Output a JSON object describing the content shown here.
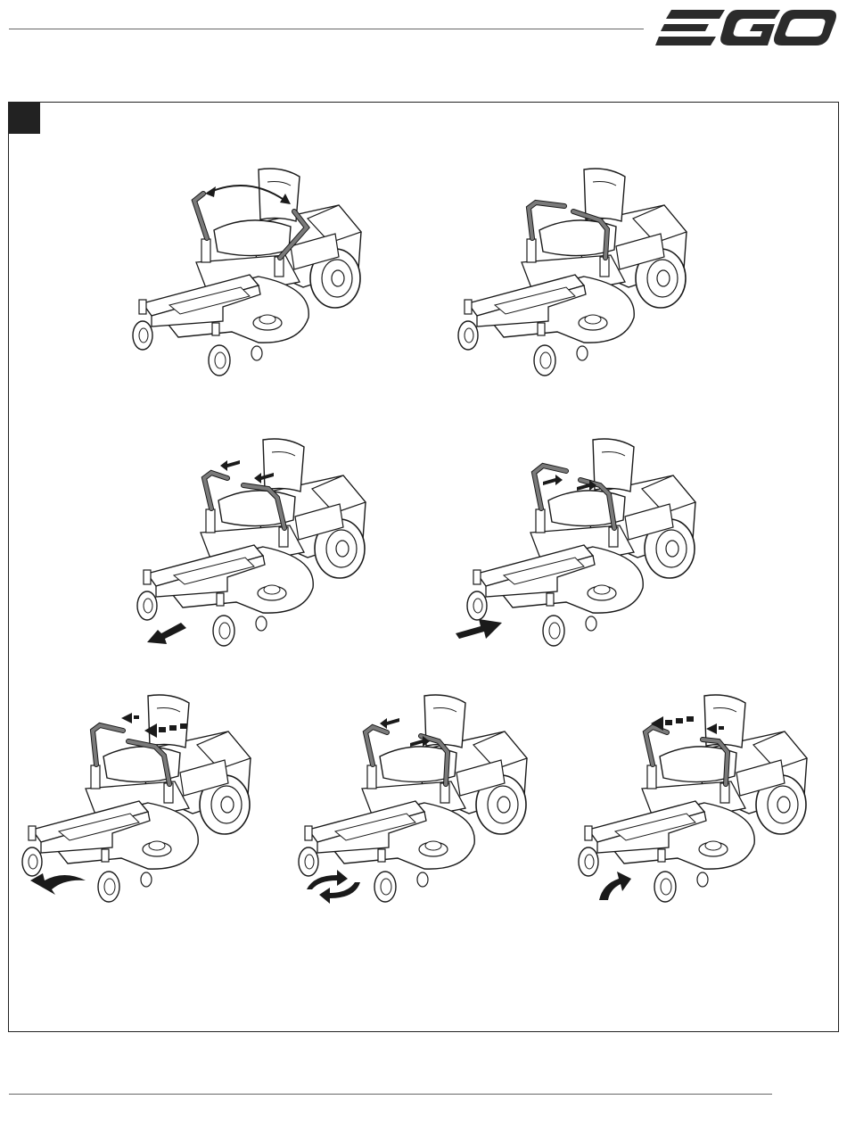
{
  "brand": {
    "logo_text": "EGO",
    "logo_color": "#2b2b2b"
  },
  "figure": {
    "label": "",
    "box_color": "#222222"
  },
  "colors": {
    "line": "#1a1a1a",
    "handle_fill": "#7a7a7a",
    "arrow": "#1a1a1a"
  },
  "panels": [
    {
      "id": "p1",
      "steps": "handles-swing-outward",
      "arrow": "double-curved-arrow-icon",
      "motion": "none"
    },
    {
      "id": "p2",
      "steps": "handles-in-position",
      "arrow": "none",
      "motion": "none"
    },
    {
      "id": "p3",
      "steps": "handles-pulled-back",
      "arrow": "small-arrows-back-icon",
      "motion": "reverse-arrow-icon"
    },
    {
      "id": "p4",
      "steps": "handles-pushed-forward",
      "arrow": "small-arrows-forward-icon",
      "motion": "forward-arrow-icon"
    },
    {
      "id": "p5",
      "steps": "right-handle-back",
      "arrow": "dashed-arrow-icon",
      "motion": "turn-left-arrow-icon"
    },
    {
      "id": "p6",
      "steps": "opposite-handles",
      "arrow": "opposite-arrows-icon",
      "motion": "spin-arrows-icon"
    },
    {
      "id": "p7",
      "steps": "left-handle-back",
      "arrow": "dashed-arrow-icon",
      "motion": "turn-right-arrow-icon"
    }
  ]
}
